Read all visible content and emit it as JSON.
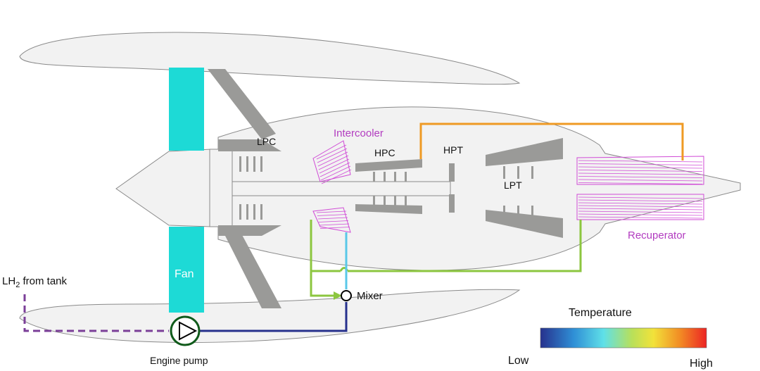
{
  "labels": {
    "fan": "Fan",
    "lpc": "LPC",
    "hpc": "HPC",
    "hpt": "HPT",
    "lpt": "LPT",
    "intercooler": "Intercooler",
    "recuperator": "Recuperator",
    "mixer": "Mixer",
    "engine_pump": "Engine pump",
    "lh2_main": "LH",
    "lh2_subscript": "2",
    "lh2_suffix": " from tank"
  },
  "legend": {
    "title": "Temperature",
    "low": "Low",
    "high": "High"
  },
  "colors": {
    "fan": "#1ddad6",
    "structure": "#9a9a98",
    "nacelle_fill": "#f2f2f2",
    "outline": "#8a8a8a",
    "heat_exchanger": "#d04ad6",
    "hot_pipe": "#ef9a24",
    "coolant_pipe": "#8cc63f",
    "cold_pipe": "#5ac8e8",
    "h2_pipe": "#27318d",
    "tank_line": "#7b3f98",
    "pump": "#0f5a1a",
    "gradient_stops": [
      "#27318d",
      "#2f8fd6",
      "#5fe0e8",
      "#b8e05a",
      "#f2e23a",
      "#f28c24",
      "#ec2424"
    ]
  }
}
